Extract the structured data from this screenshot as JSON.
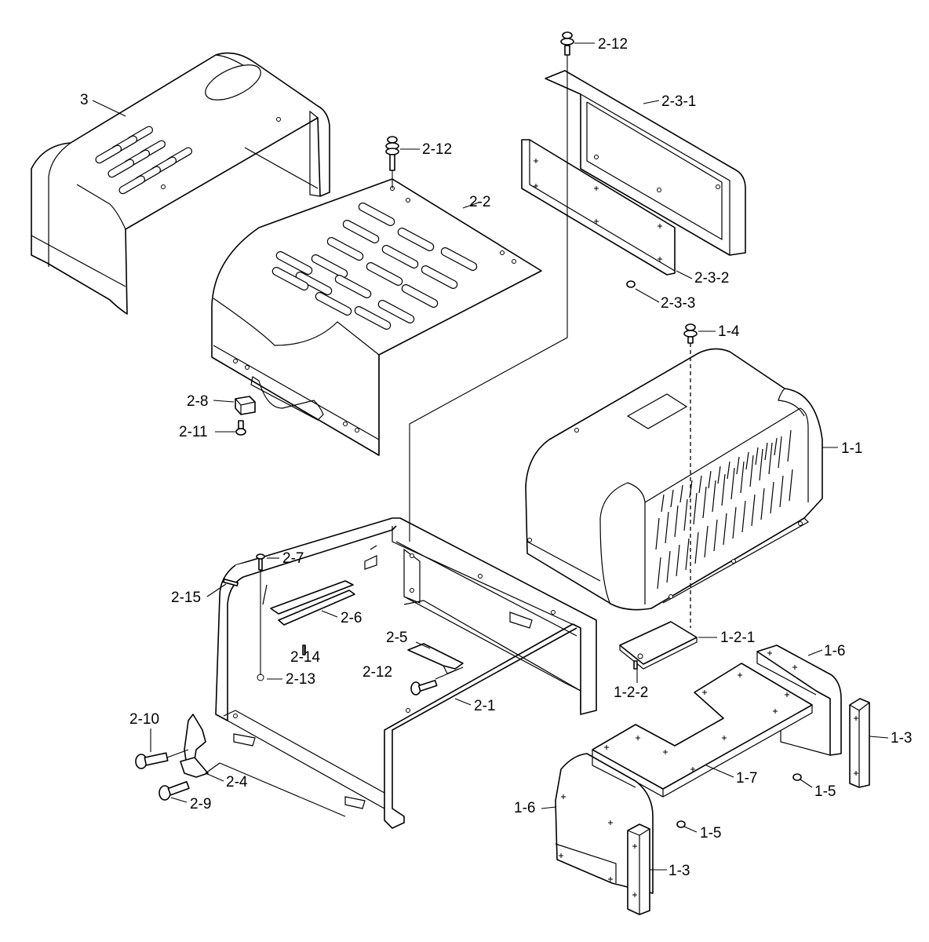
{
  "diagram": {
    "labels": [
      {
        "id": "p3",
        "text": "3"
      },
      {
        "id": "p2_12a",
        "text": "2-12"
      },
      {
        "id": "p2_12b",
        "text": "2-12"
      },
      {
        "id": "p2_12c",
        "text": "2-12"
      },
      {
        "id": "p2_3_1",
        "text": "2-3-1"
      },
      {
        "id": "p2_3_2",
        "text": "2-3-2"
      },
      {
        "id": "p2_3_3",
        "text": "2-3-3"
      },
      {
        "id": "p2_2",
        "text": "2-2"
      },
      {
        "id": "p1_4",
        "text": "1-4"
      },
      {
        "id": "p1_1",
        "text": "1-1"
      },
      {
        "id": "p2_8",
        "text": "2-8"
      },
      {
        "id": "p2_11",
        "text": "2-11"
      },
      {
        "id": "p2_7",
        "text": "2-7"
      },
      {
        "id": "p2_15",
        "text": "2-15"
      },
      {
        "id": "p2_6",
        "text": "2-6"
      },
      {
        "id": "p2_14",
        "text": "2-14"
      },
      {
        "id": "p2_13",
        "text": "2-13"
      },
      {
        "id": "p2_5",
        "text": "2-5"
      },
      {
        "id": "p2_1",
        "text": "2-1"
      },
      {
        "id": "p2_10",
        "text": "2-10"
      },
      {
        "id": "p2_4",
        "text": "2-4"
      },
      {
        "id": "p2_9",
        "text": "2-9"
      },
      {
        "id": "p1_2_1",
        "text": "1-2-1"
      },
      {
        "id": "p1_2_2",
        "text": "1-2-2"
      },
      {
        "id": "p1_6a",
        "text": "1-6"
      },
      {
        "id": "p1_6b",
        "text": "1-6"
      },
      {
        "id": "p1_3a",
        "text": "1-3"
      },
      {
        "id": "p1_3b",
        "text": "1-3"
      },
      {
        "id": "p1_7",
        "text": "1-7"
      },
      {
        "id": "p1_5a",
        "text": "1-5"
      },
      {
        "id": "p1_5b",
        "text": "1-5"
      }
    ]
  }
}
